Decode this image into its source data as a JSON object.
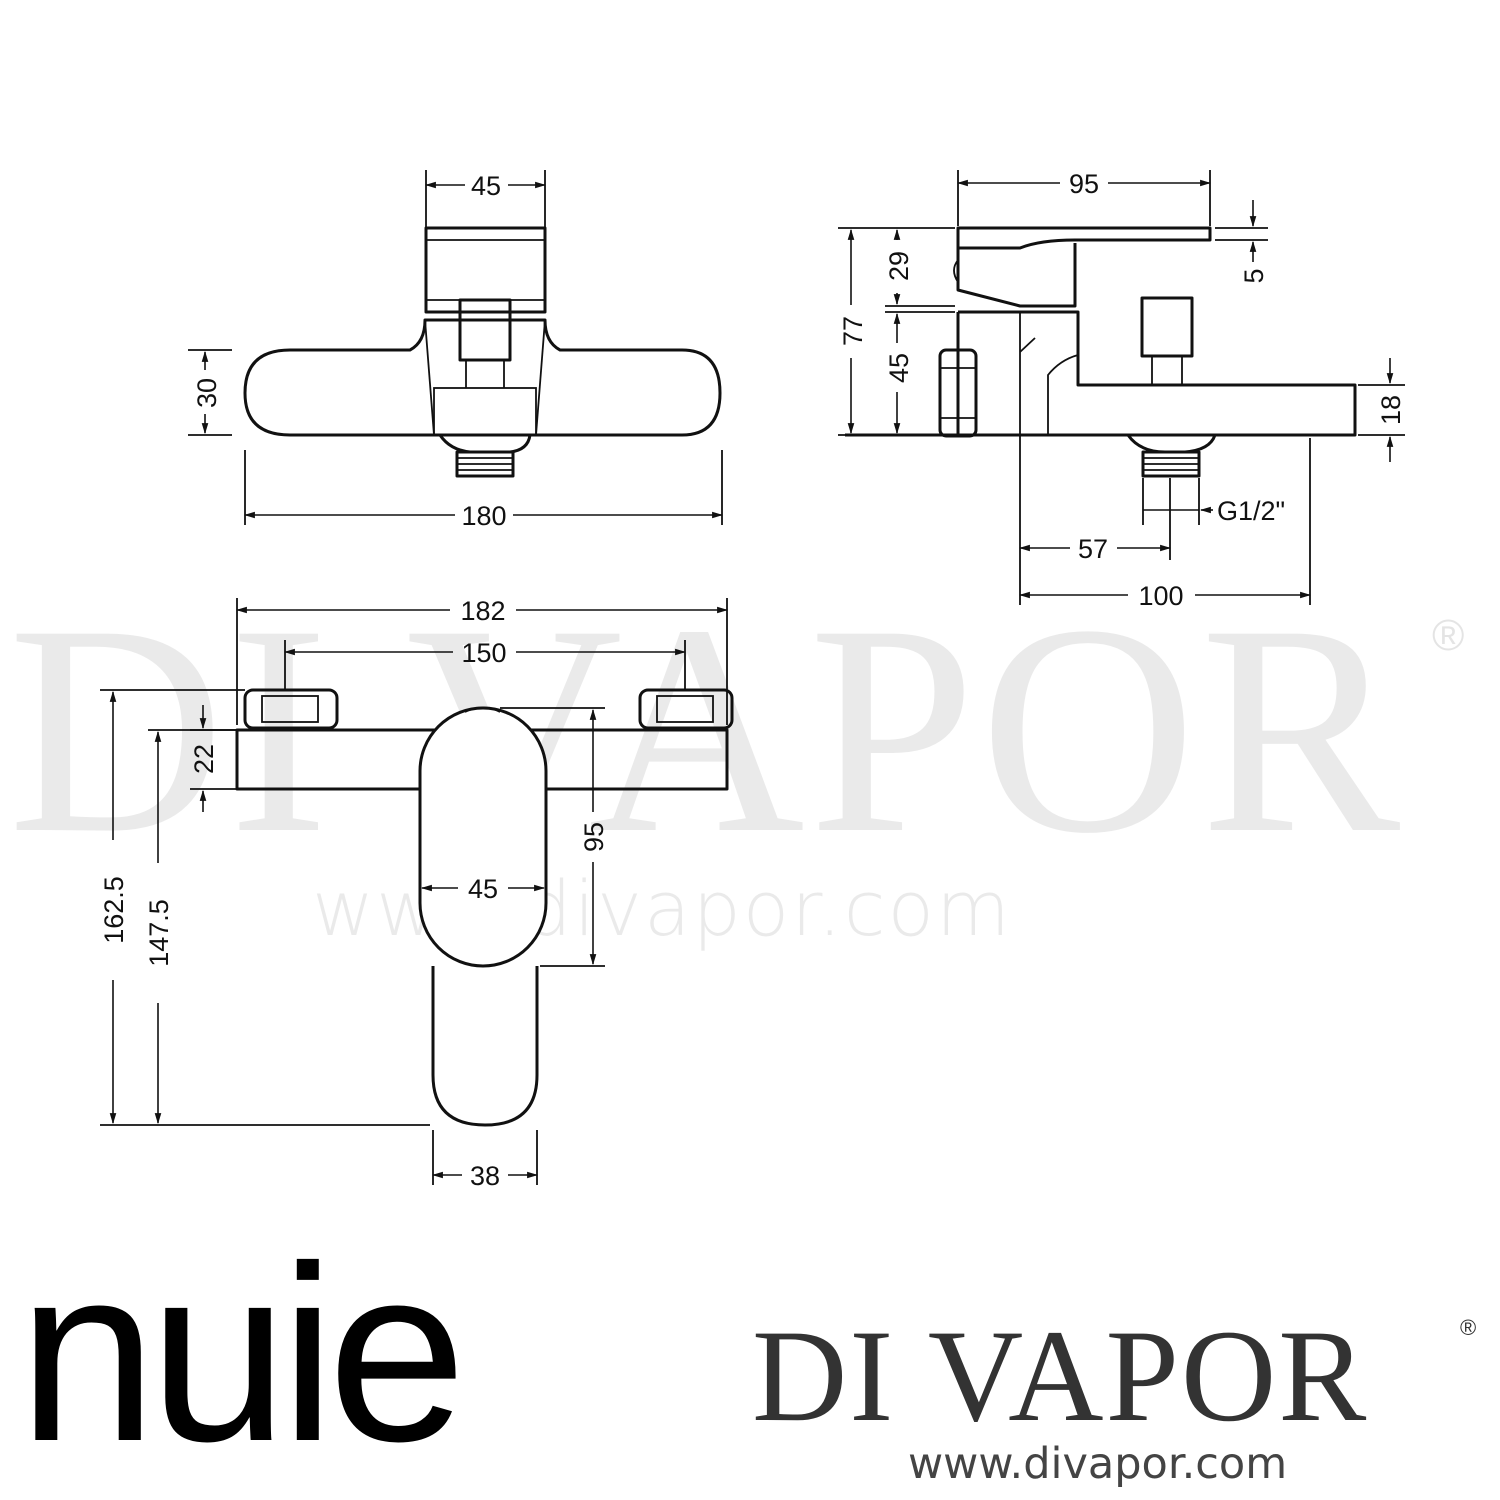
{
  "watermark": {
    "brand": "DI VAPOR",
    "registered": "®",
    "url": "www.divapor.com"
  },
  "views": {
    "top": {
      "width_handle": "45",
      "height_body": "30",
      "overall_width": "180"
    },
    "side": {
      "spout_length": "95",
      "handle_height": "29",
      "overall_height": "77",
      "body_height": "45",
      "handle_offset": "5",
      "spout_height": "18",
      "outlet_thread": "G1/2\"",
      "outlet_offset": "57",
      "projection": "100"
    },
    "front": {
      "overall_width": "182",
      "centres": "150",
      "bar_height": "22",
      "handle_length": "95",
      "handle_width": "45",
      "total_height": "162.5",
      "inner_height": "147.5",
      "handle_tip_width": "38"
    }
  },
  "logos": {
    "manufacturer": "nuie",
    "retailer": "DI VAPOR",
    "retailer_reg": "®",
    "retailer_url": "www.divapor.com"
  }
}
